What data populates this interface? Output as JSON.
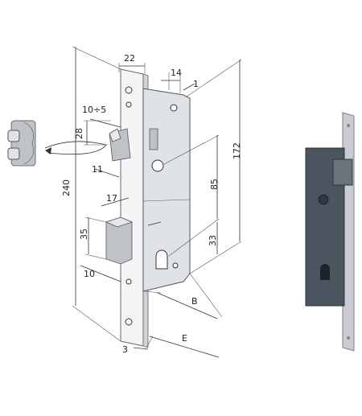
{
  "dimensions": {
    "d22": "22",
    "d14": "14",
    "d1": "1",
    "d10_5": "10÷5",
    "d28": "28",
    "d11": "11",
    "d17": "17",
    "d240": "240",
    "d172": "172",
    "d85": "85",
    "d35": "35",
    "d33": "33",
    "d10": "10",
    "dB": "B",
    "dE": "E",
    "d3": "3"
  },
  "colors": {
    "drawing_line": "#333333",
    "photo_body": "#4b5560",
    "photo_plate": "#c9ccd0"
  },
  "icons": {
    "latch_detail": "latch-detail-icon",
    "rotation_arrow": "rotation-arrow-icon"
  }
}
